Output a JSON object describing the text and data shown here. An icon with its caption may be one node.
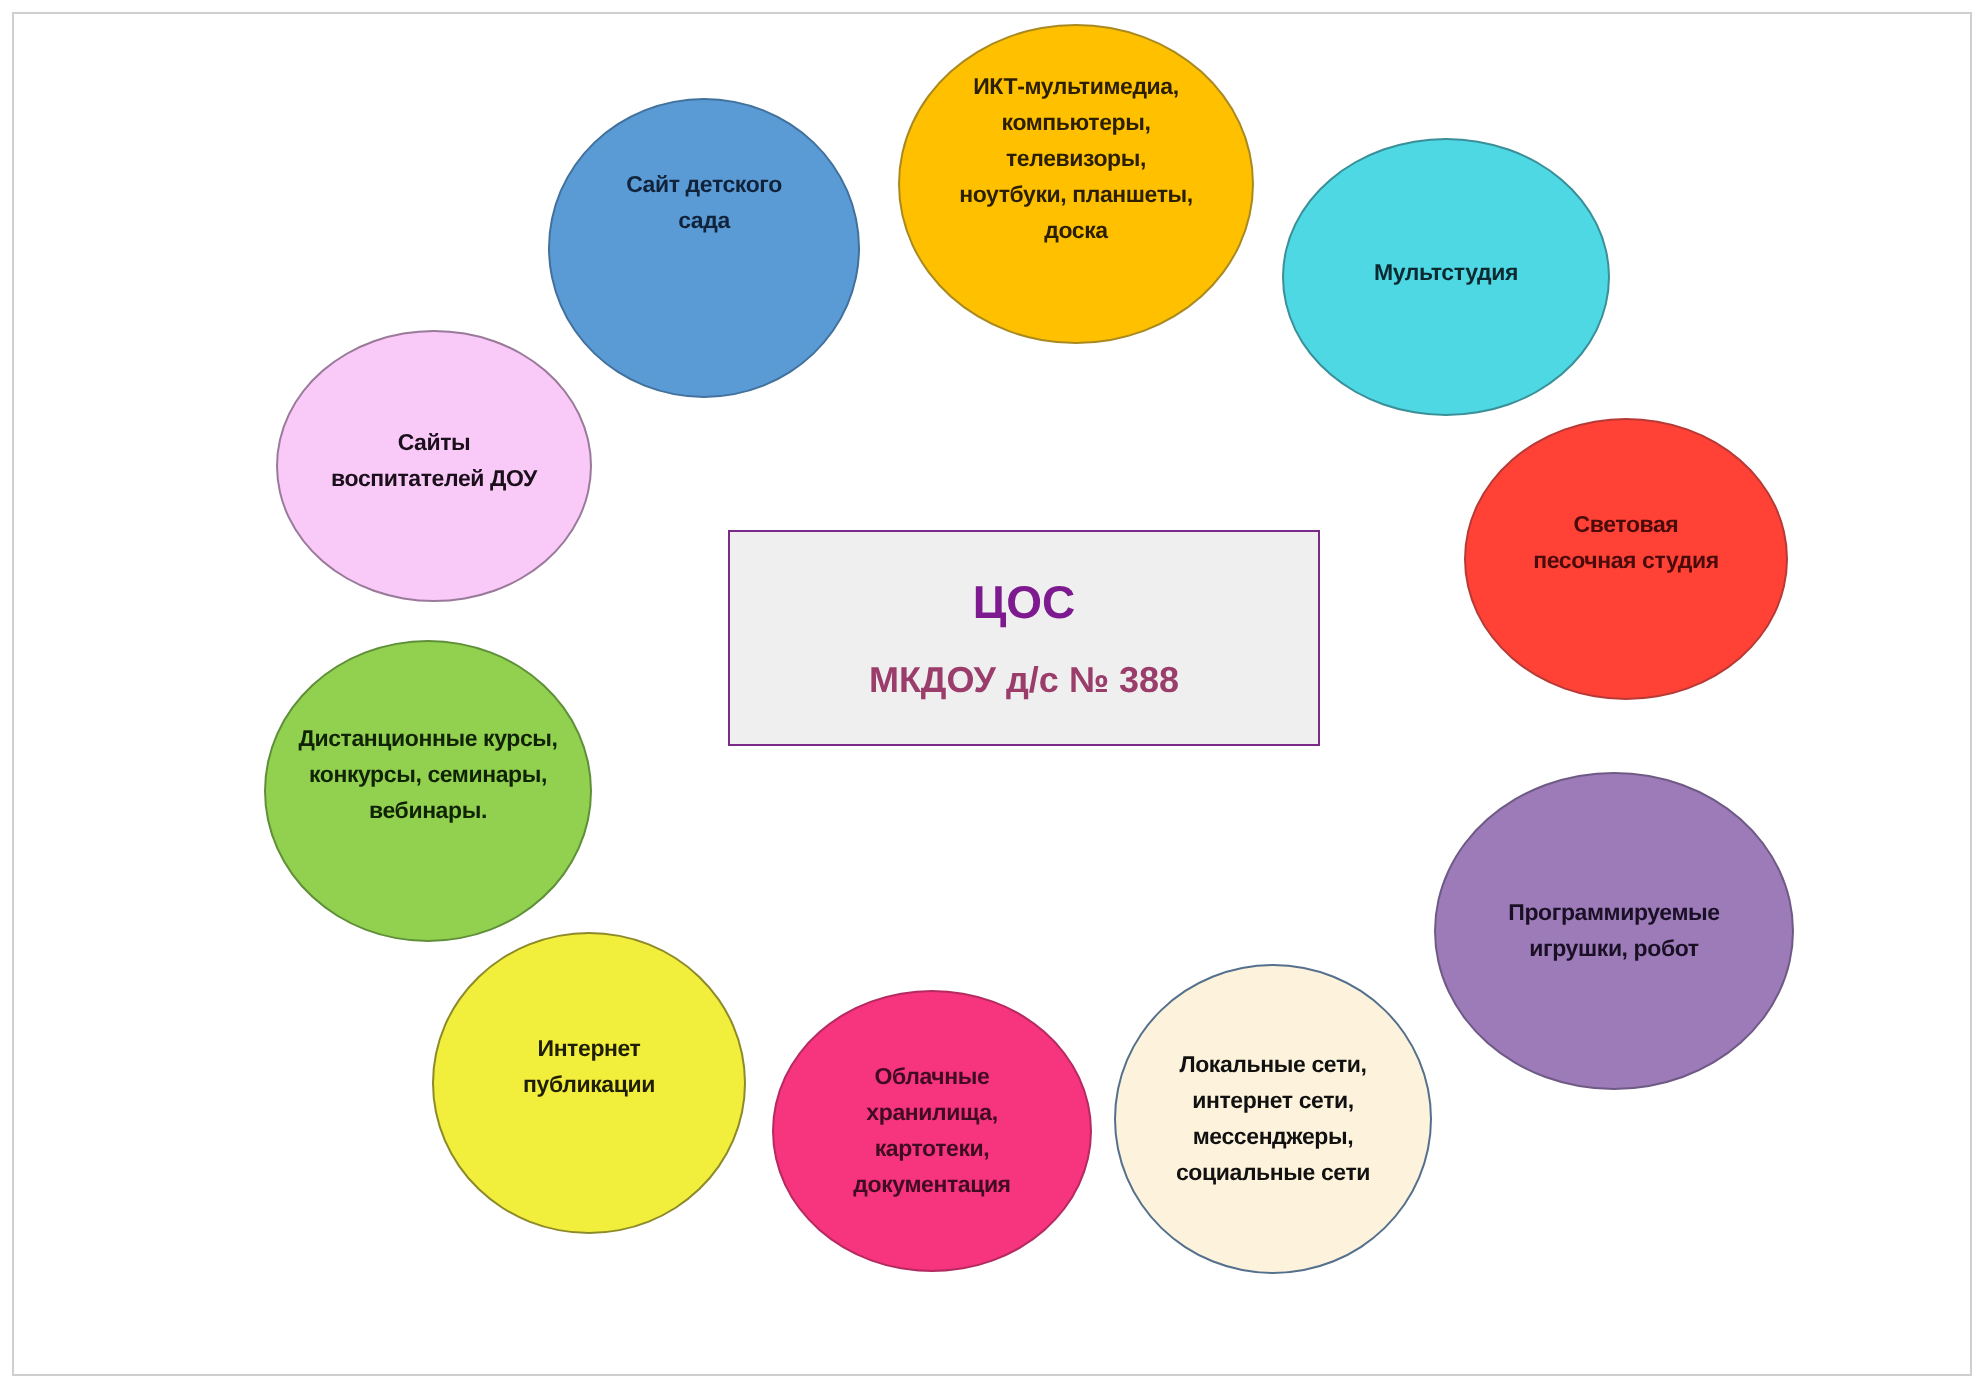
{
  "diagram": {
    "nodes": [
      {
        "text": [
          "ЦОС",
          "МКДОУ д/с № 388"
        ]
      },
      {
        "text": [
          "Сайт детского сада"
        ]
      },
      {
        "text": [
          "ИКТ-мультимедиа, компьютеры, телевизоры, ноутбуки, планшеты, доска"
        ]
      },
      {
        "text": [
          "Мультстудия"
        ]
      },
      {
        "text": [
          "Световая песочная студия"
        ]
      },
      {
        "text": [
          "Программируемые игрушки, робот"
        ]
      },
      {
        "text": [
          "Локальные сети, интернет сети, мессенджеры, социальные сети"
        ]
      },
      {
        "text": [
          "Облачные хранилища, картотеки, документация"
        ]
      },
      {
        "text": [
          "Интернет публикации"
        ]
      },
      {
        "text": [
          "Дистанционные курсы, конкурсы, семинары, вебинары."
        ]
      },
      {
        "text": [
          "Сайты воспитателей ДОУ"
        ]
      }
    ]
  }
}
